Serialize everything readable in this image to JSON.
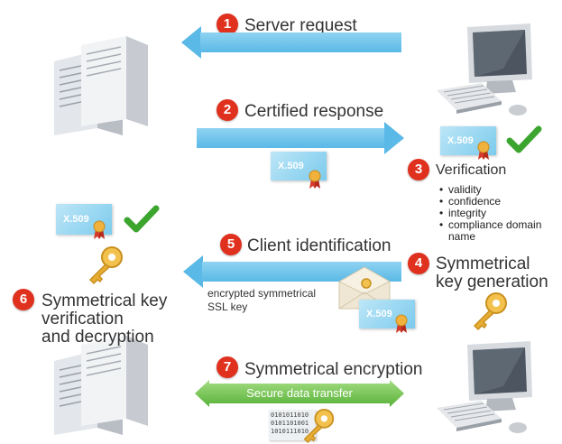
{
  "steps": [
    {
      "num": "1",
      "title": "Server request"
    },
    {
      "num": "2",
      "title": "Certified response"
    },
    {
      "num": "3",
      "title": "Verification"
    },
    {
      "num": "4",
      "title": "Symmetrical key generation",
      "title_line1": "Symmetrical",
      "title_line2": "key generation"
    },
    {
      "num": "5",
      "title": "Client identification"
    },
    {
      "num": "6",
      "title": "Symmetrical key verification and decryption",
      "title_line1": "Symmetrical key",
      "title_line2": "verification",
      "title_line3": "and decryption"
    },
    {
      "num": "7",
      "title": "Symmetrical encryption"
    }
  ],
  "verification_items": [
    "validity",
    "confidence",
    "integrity",
    "compliance domain name"
  ],
  "encrypted_key_note": {
    "line1": "encrypted symmetrical",
    "line2": "SSL key"
  },
  "secure_transfer_label": "Secure data transfer",
  "certificate_label": "X.509",
  "binary_lines": [
    "0101011010",
    "0101101001",
    "1010111010"
  ],
  "colors": {
    "badge": "#e0301e",
    "blue_arrow": "#5ab9e6",
    "green_arrow": "#5db83d",
    "check": "#3ba52e"
  }
}
